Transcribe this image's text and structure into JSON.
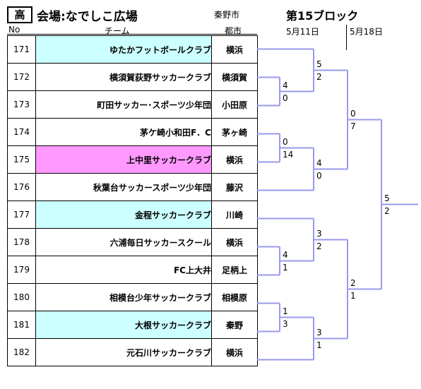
{
  "header": {
    "grade": "高",
    "venue": "会場:なでしこ広場",
    "city": "秦野市",
    "block": "第15ブロック",
    "dates": [
      "5月11日",
      "5月18日"
    ],
    "columns": {
      "no": "No",
      "team": "チーム",
      "city": "都市"
    }
  },
  "colors": {
    "cyan": "#ccffff",
    "pink": "#ff99ff",
    "bracket": "#9999ee"
  },
  "teams": [
    {
      "no": "171",
      "name": "ゆたかフットボールクラブ",
      "city": "横浜",
      "highlight": "cyan"
    },
    {
      "no": "172",
      "name": "横須賀荻野サッカークラブ",
      "city": "横須賀",
      "highlight": ""
    },
    {
      "no": "173",
      "name": "町田サッカー･スポーツ少年団",
      "city": "小田原",
      "highlight": ""
    },
    {
      "no": "174",
      "name": "茅ケ崎小和田F．C",
      "city": "茅ヶ崎",
      "highlight": ""
    },
    {
      "no": "175",
      "name": "上中里サッカークラブ",
      "city": "横浜",
      "highlight": "pink"
    },
    {
      "no": "176",
      "name": "秋葉台サッカースポーツ少年団",
      "city": "藤沢",
      "highlight": ""
    },
    {
      "no": "177",
      "name": "金程サッカークラブ",
      "city": "川崎",
      "highlight": "cyan"
    },
    {
      "no": "178",
      "name": "六浦毎日サッカースクール",
      "city": "横浜",
      "highlight": ""
    },
    {
      "no": "179",
      "name": "FC上大井",
      "city": "足柄上",
      "highlight": ""
    },
    {
      "no": "180",
      "name": "相模台少年サッカークラブ",
      "city": "相模原",
      "highlight": ""
    },
    {
      "no": "181",
      "name": "大根サッカークラブ",
      "city": "秦野",
      "highlight": "cyan"
    },
    {
      "no": "182",
      "name": "元石川サッカークラブ",
      "city": "横浜",
      "highlight": ""
    }
  ],
  "scores": [
    {
      "id": "r1a_top",
      "value": "4"
    },
    {
      "id": "r1a_bot",
      "value": "0"
    },
    {
      "id": "r1b_top",
      "value": "0"
    },
    {
      "id": "r1b_bot",
      "value": "14"
    },
    {
      "id": "r1c_top",
      "value": "4"
    },
    {
      "id": "r1c_bot",
      "value": "1"
    },
    {
      "id": "r1d_top",
      "value": "1"
    },
    {
      "id": "r1d_bot",
      "value": "3"
    },
    {
      "id": "r2a_top",
      "value": "5"
    },
    {
      "id": "r2a_bot",
      "value": "2"
    },
    {
      "id": "r2b_top",
      "value": "4"
    },
    {
      "id": "r2b_bot",
      "value": "0"
    },
    {
      "id": "r2c_top",
      "value": "3"
    },
    {
      "id": "r2c_bot",
      "value": "2"
    },
    {
      "id": "r2d_top",
      "value": "3"
    },
    {
      "id": "r2d_bot",
      "value": "1"
    },
    {
      "id": "r3a_top",
      "value": "0"
    },
    {
      "id": "r3a_bot",
      "value": "7"
    },
    {
      "id": "r3b_top",
      "value": "2"
    },
    {
      "id": "r3b_bot",
      "value": "1"
    },
    {
      "id": "final_top",
      "value": "5"
    },
    {
      "id": "final_bot",
      "value": "2"
    }
  ]
}
